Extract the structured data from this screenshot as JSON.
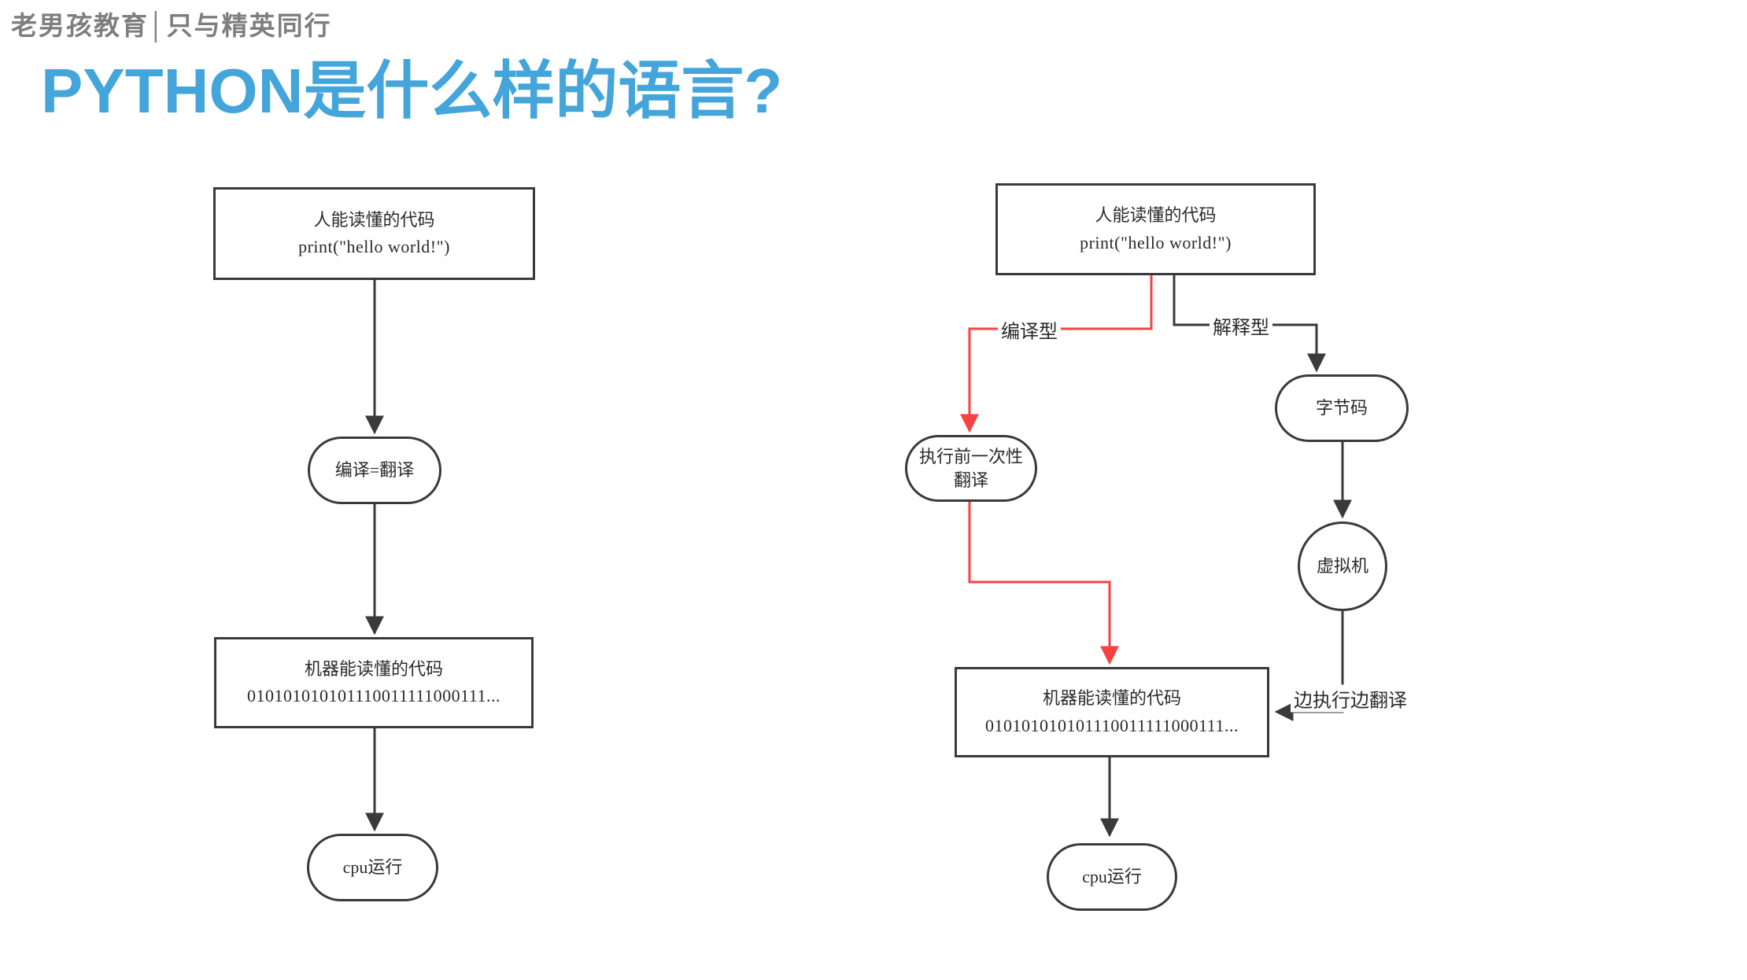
{
  "brand": "老男孩教育│只与精英同行",
  "title": "PYTHON是什么样的语言?",
  "colors": {
    "accent_blue": "#44a5db",
    "line_dark": "#3a3a3a",
    "line_red": "#f64242",
    "brand_gray": "#7e7e7e"
  },
  "left_flow": {
    "human_code": {
      "line1": "人能读懂的代码",
      "line2": "print(\"hello world!\")"
    },
    "compile": "编译=翻译",
    "machine_code": {
      "line1": "机器能读懂的代码",
      "line2": "010101010101110011111000111..."
    },
    "cpu": "cpu运行"
  },
  "right_flow": {
    "human_code": {
      "line1": "人能读懂的代码",
      "line2": "print(\"hello world!\")"
    },
    "label_compiled": "编译型",
    "label_interpreted": "解释型",
    "pre_translate": {
      "line1": "执行前一次性",
      "line2": "翻译"
    },
    "bytecode": "字节码",
    "vm": "虚拟机",
    "label_exec_translate": "边执行边翻译",
    "machine_code": {
      "line1": "机器能读懂的代码",
      "line2": "010101010101110011111000111..."
    },
    "cpu": "cpu运行"
  }
}
